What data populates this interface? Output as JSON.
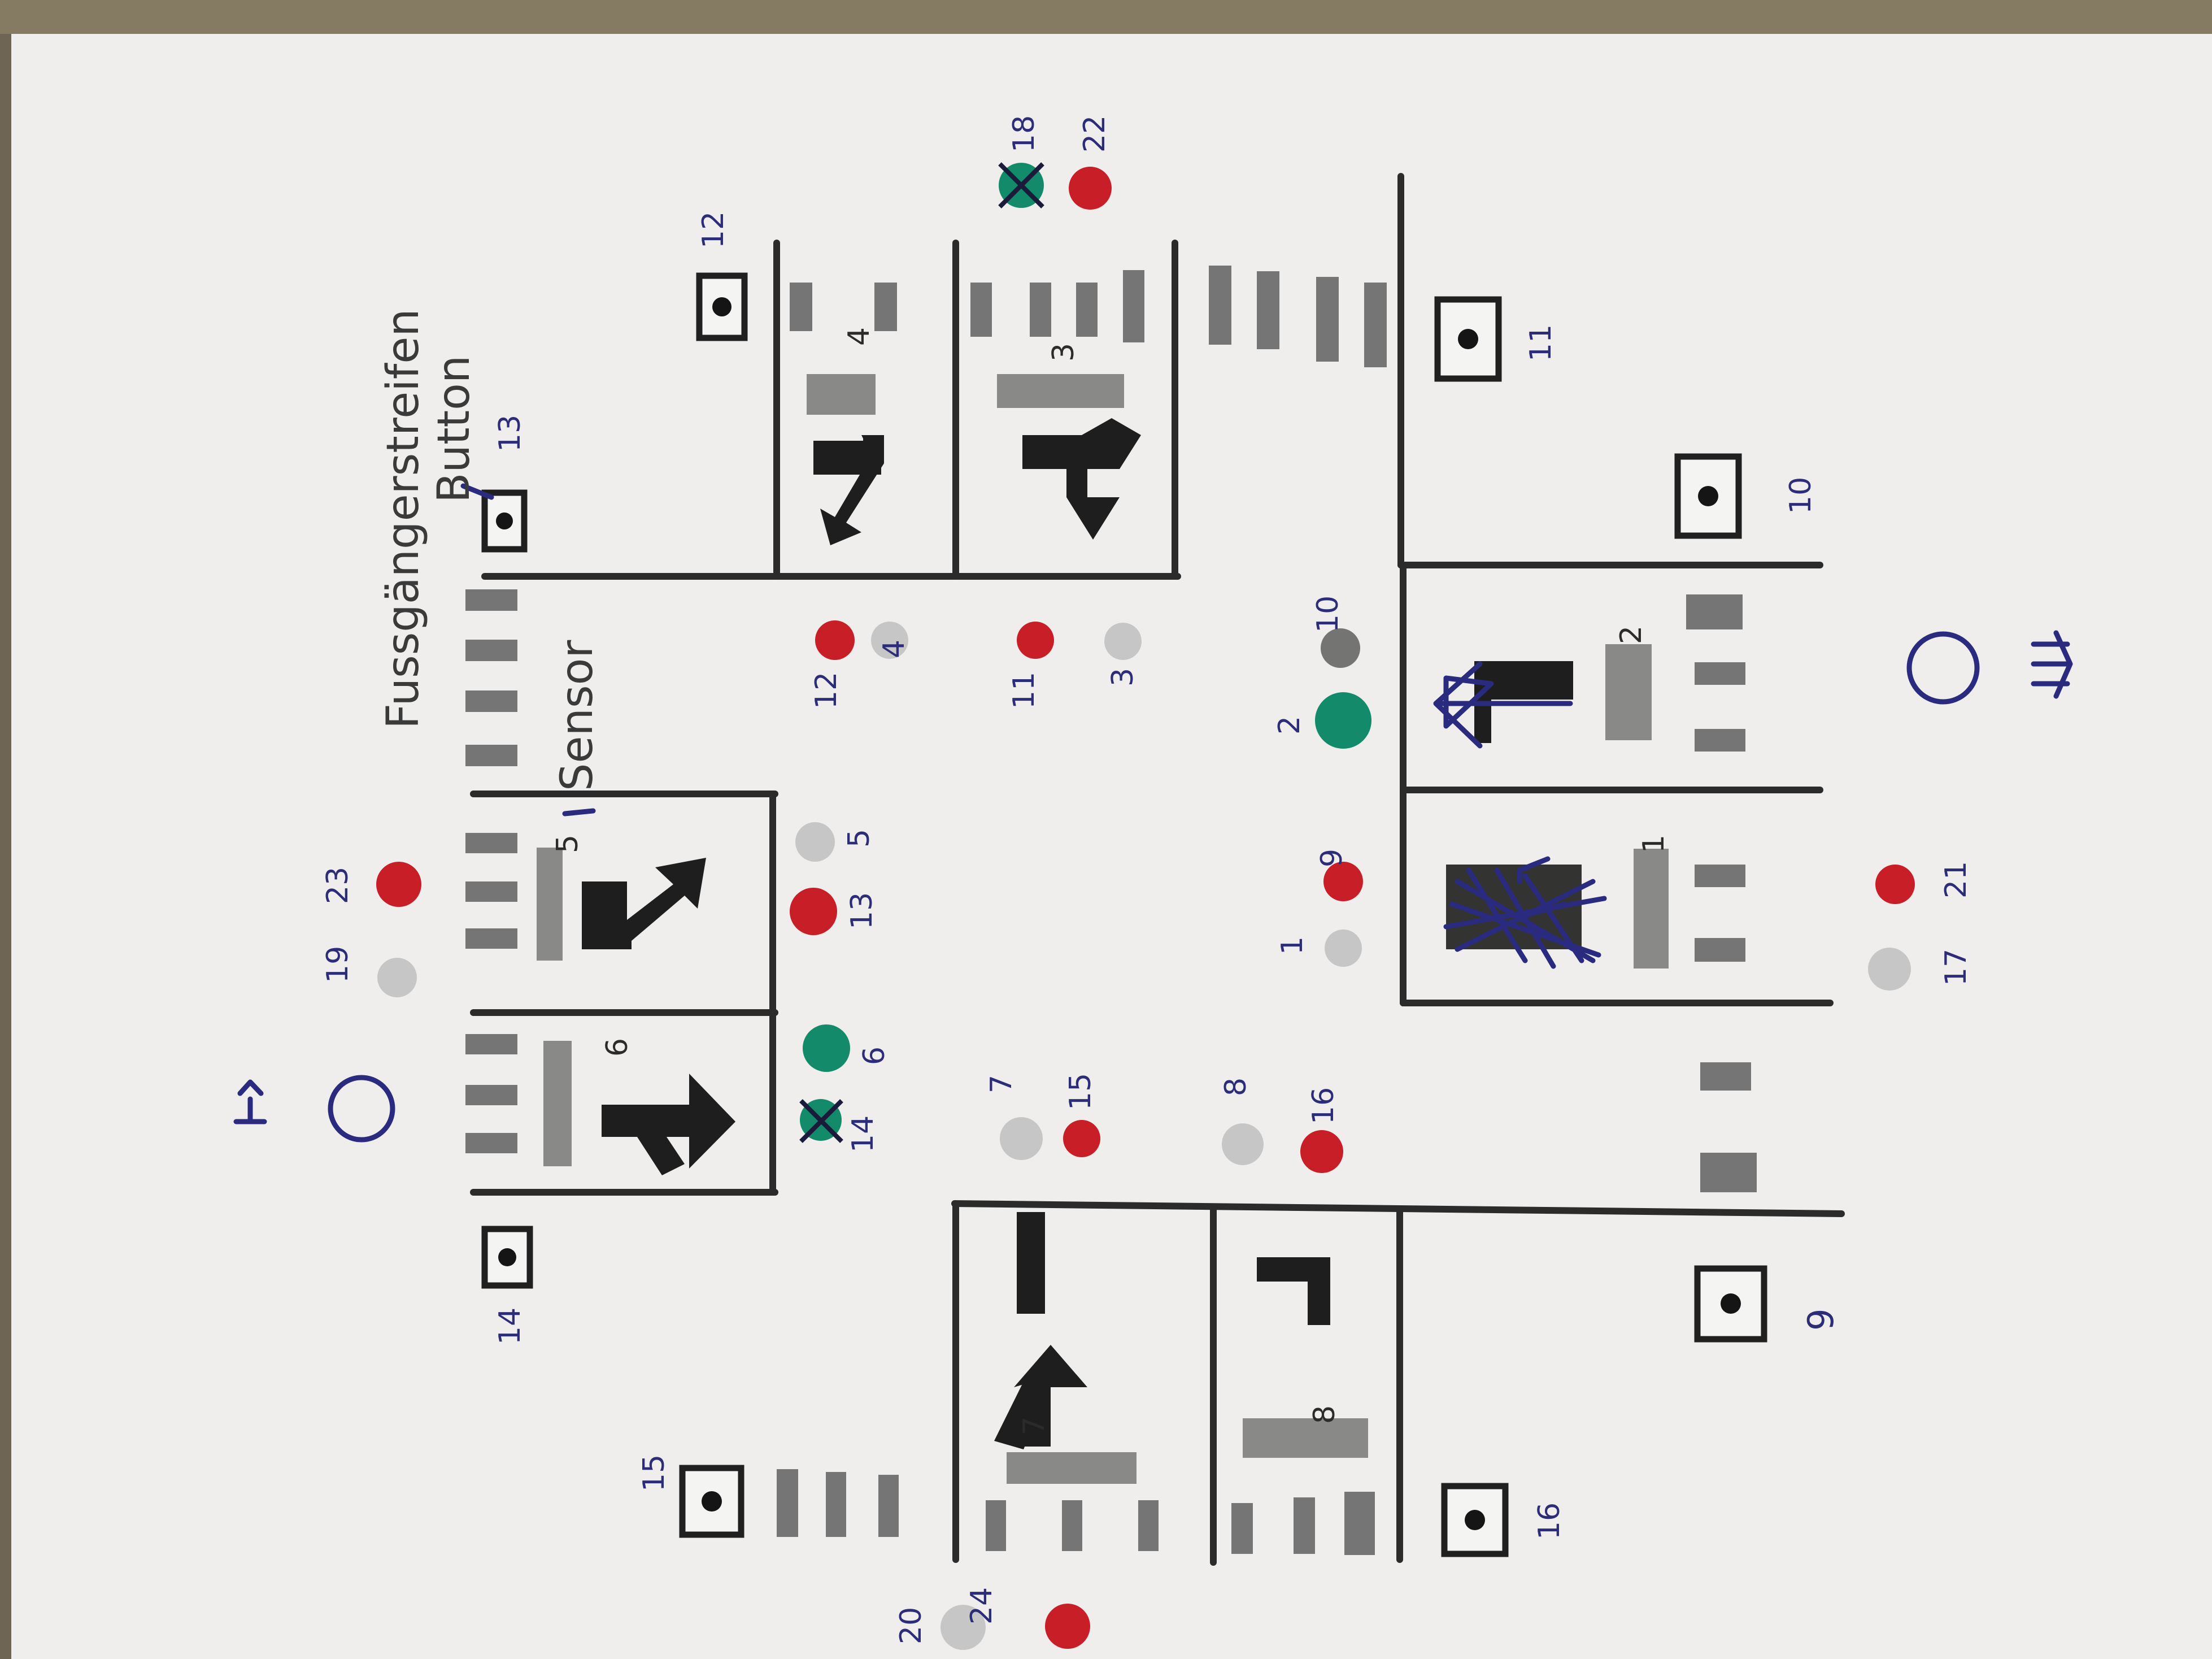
{
  "annotations": {
    "pedestrian_crossing": "Fussgängerstreifen",
    "button": "Button",
    "sensor": "Sensor"
  },
  "lane_numbers": {
    "lane_1": "1",
    "lane_2": "2",
    "lane_3": "3",
    "lane_4": "4",
    "lane_5": "5",
    "lane_6": "6",
    "lane_7": "7",
    "lane_8": "8"
  },
  "light_labels": {
    "l1": "1",
    "l2": "2",
    "l3": "3",
    "l4": "4",
    "l5": "5",
    "l6": "6",
    "l7": "7",
    "l8": "8",
    "l9": "9",
    "l10": "10",
    "l11": "11",
    "l12": "12",
    "l13": "13",
    "l14": "14",
    "l15": "15",
    "l16": "16",
    "l17": "17",
    "l18": "18",
    "l19": "19",
    "l20": "20",
    "l21": "21",
    "l22": "22",
    "l23": "23",
    "l24": "24"
  },
  "button_labels": {
    "b9": "9",
    "b10": "10",
    "b11": "11",
    "b12": "12",
    "b13": "13",
    "b14": "14",
    "b15": "15",
    "b16": "16"
  },
  "colors": {
    "paper": "#efeeec",
    "red_light": "#c81e28",
    "green_light": "#138a6a",
    "off_light": "#c6c6c6",
    "pencil": "#2b2b2b",
    "ink_blue": "#2c2c78"
  }
}
